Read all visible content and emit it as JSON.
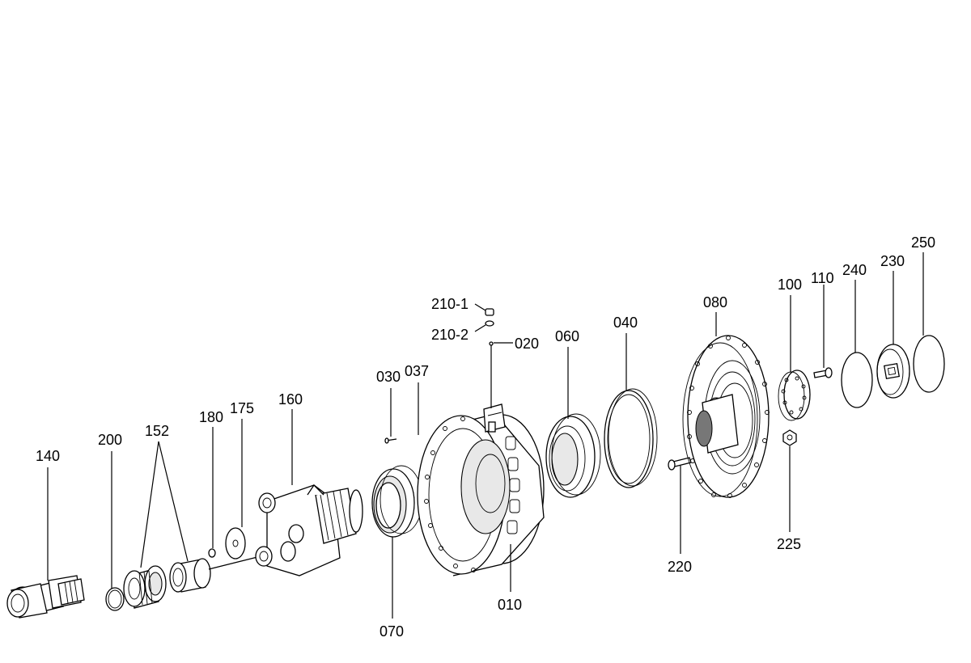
{
  "diagram": {
    "labels": {
      "p140": "140",
      "p200": "200",
      "p152": "152",
      "p180": "180",
      "p175": "175",
      "p160": "160",
      "p030": "030",
      "p037": "037",
      "p210_1": "210-1",
      "p210_2": "210-2",
      "p020": "020",
      "p070": "070",
      "p010": "010",
      "p060": "060",
      "p040": "040",
      "p220": "220",
      "p080": "080",
      "p100": "100",
      "p110": "110",
      "p225": "225",
      "p240": "240",
      "p230": "230",
      "p250": "250"
    }
  }
}
